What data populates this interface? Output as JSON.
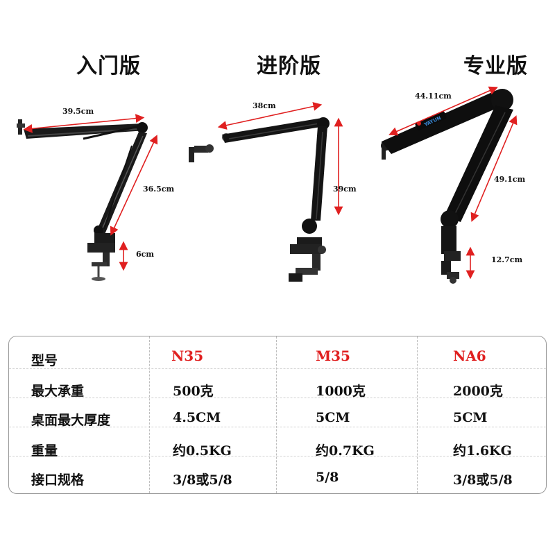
{
  "tiers": [
    {
      "title": "入门版",
      "dims": {
        "arm": "39.5cm",
        "lower": "36.5cm",
        "clamp": "6cm"
      }
    },
    {
      "title": "进阶版",
      "dims": {
        "arm": "38cm",
        "lower": "39cm"
      }
    },
    {
      "title": "专业版",
      "dims": {
        "arm": "44.11cm",
        "lower": "49.1cm",
        "clamp": "12.7cm"
      },
      "brand": "YAYUN"
    }
  ],
  "table": {
    "rows": [
      {
        "label": "型号",
        "values": [
          "N35",
          "M35",
          "NA6"
        ]
      },
      {
        "label": "最大承重",
        "values": [
          "500克",
          "1000克",
          "2000克"
        ]
      },
      {
        "label": "桌面最大厚度",
        "values": [
          "4.5CM",
          "5CM",
          "5CM"
        ]
      },
      {
        "label": "重量",
        "values": [
          "约0.5KG",
          "约0.7KG",
          "约1.6KG"
        ]
      },
      {
        "label": "接口规格",
        "values": [
          "3/8或5/8",
          "5/8",
          "3/8或5/8"
        ]
      }
    ]
  },
  "colors": {
    "accent": "#e02020",
    "model_text": "#e02020",
    "arm": "#111111",
    "dimension_arrow": "#e02020"
  }
}
